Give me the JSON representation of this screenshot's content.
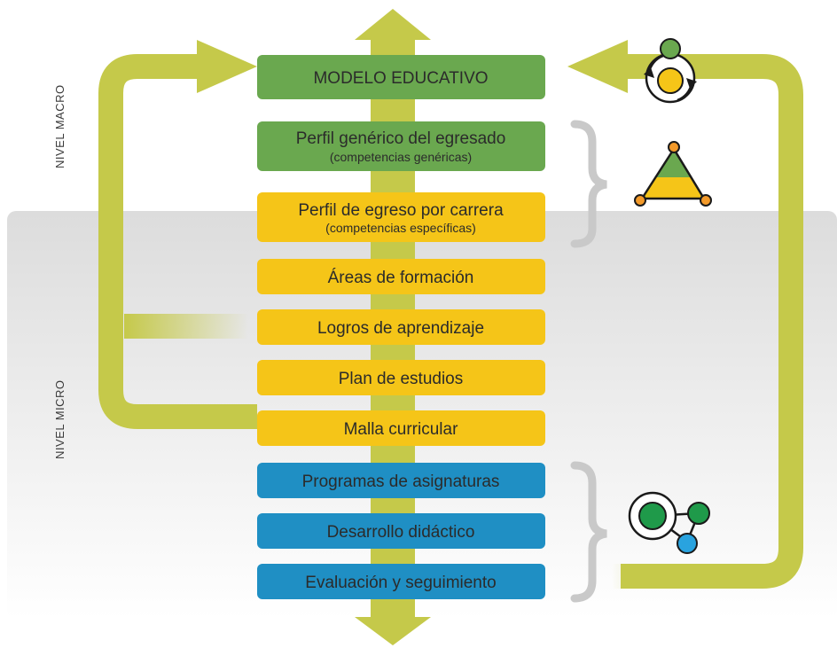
{
  "levels": {
    "macro": "NIVEL MACRO",
    "micro": "NIVEL MICRO"
  },
  "boxes": [
    {
      "title": "MODELO EDUCATIVO",
      "subtitle": "",
      "group": "green"
    },
    {
      "title": "Perfil genérico del egresado",
      "subtitle": "(competencias genéricas)",
      "group": "green"
    },
    {
      "title": "Perfil de egreso por carrera",
      "subtitle": "(competencias específicas)",
      "group": "yellow"
    },
    {
      "title": "Áreas de formación",
      "subtitle": "",
      "group": "yellow"
    },
    {
      "title": "Logros de aprendizaje",
      "subtitle": "",
      "group": "yellow"
    },
    {
      "title": "Plan de estudios",
      "subtitle": "",
      "group": "yellow"
    },
    {
      "title": "Malla curricular",
      "subtitle": "",
      "group": "yellow"
    },
    {
      "title": "Programas de asignaturas",
      "subtitle": "",
      "group": "blue"
    },
    {
      "title": "Desarrollo didáctico",
      "subtitle": "",
      "group": "blue"
    },
    {
      "title": "Evaluación y seguimiento",
      "subtitle": "",
      "group": "blue"
    }
  ],
  "icons": [
    "cycle-icon",
    "triangle-network-icon",
    "nodes-network-icon"
  ],
  "colors": {
    "green": "#6aa84f",
    "yellow": "#f5c518",
    "blue": "#1f8fc4",
    "arrow": "#c5c94a",
    "bracket": "#c9c9c9",
    "micro_band": "#e6e6e6"
  }
}
